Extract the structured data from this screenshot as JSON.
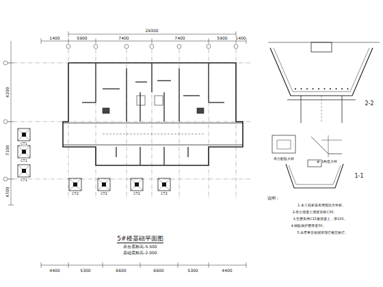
{
  "diagram": {
    "title": "5#楼基础平面图",
    "labels": [
      "29300",
      "1400",
      "5900",
      "7400",
      "7400",
      "5900",
      "1400",
      "4200",
      "7100",
      "4500",
      "4400",
      "5300",
      "6600",
      "6600",
      "5300",
      "4400",
      "CT1",
      "CT1",
      "CT1",
      "CT2",
      "CT2",
      "CT2",
      "CT2",
      "承台底标高-5.500",
      "基础底标高-2.000",
      "2-2",
      "1-1",
      "承台配筋大样",
      "桩顶构造大样",
      "说明：",
      "1.本工程桩基采用预应力管桩。",
      "2.承台混凝土强度等级C30。",
      "3.垫层采用C15素混凝土，厚100。",
      "4.钢筋保护层厚度50。",
      "5.未尽事宜按国家现行规范执行。"
    ]
  }
}
